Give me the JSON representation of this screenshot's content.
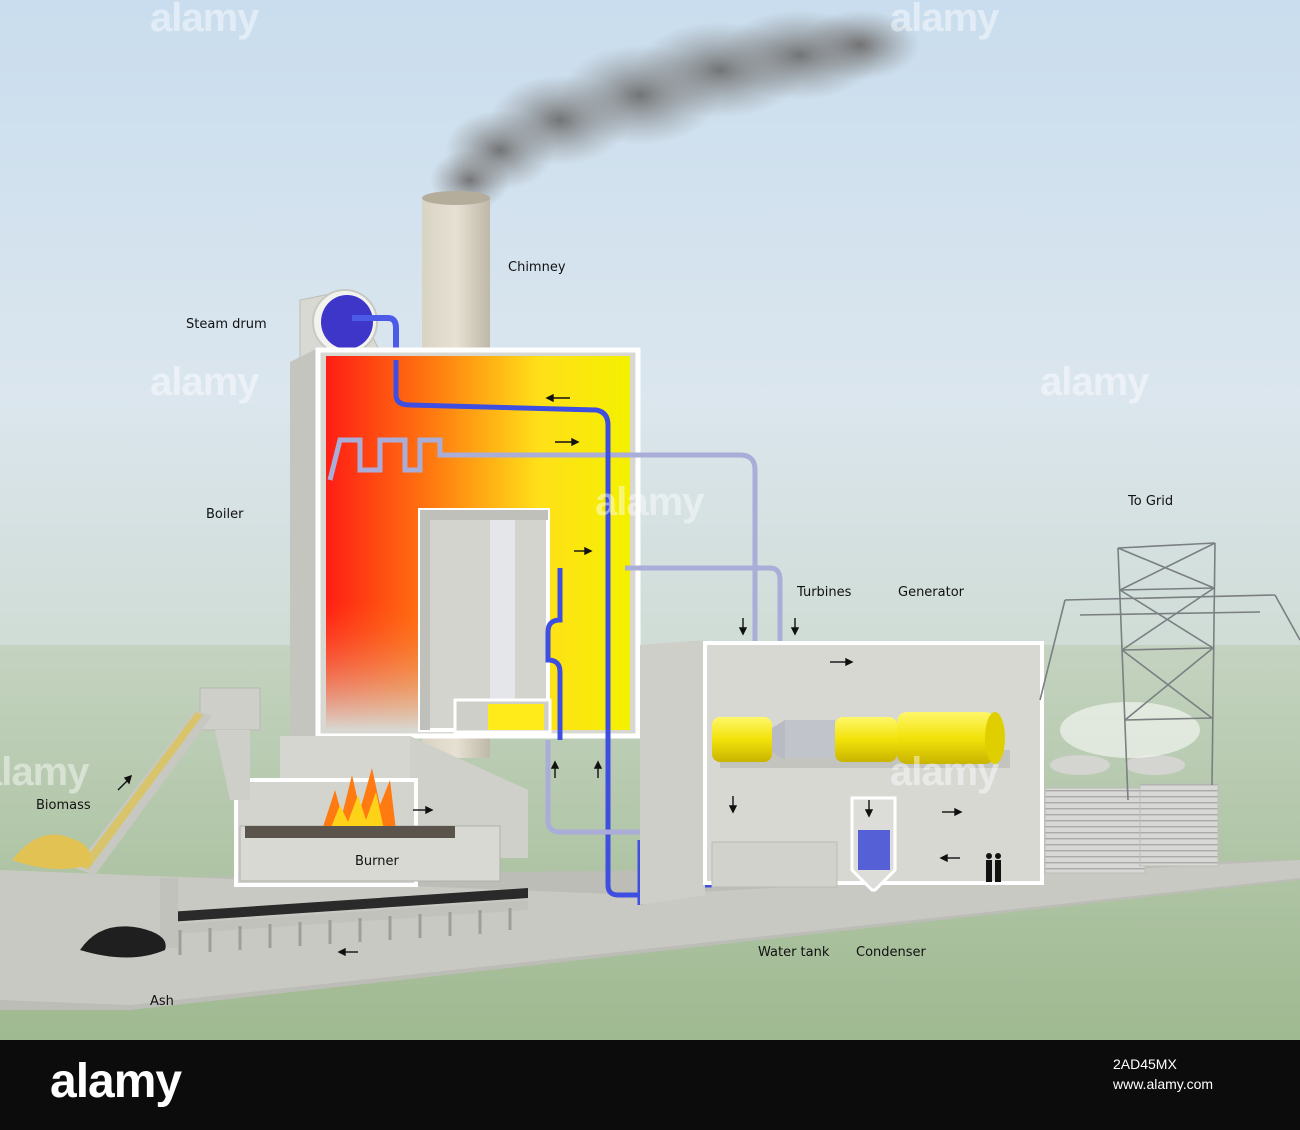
{
  "labels": {
    "chimney": "Chimney",
    "steam_drum": "Steam drum",
    "boiler": "Boiler",
    "turbines": "Turbines",
    "generator": "Generator",
    "to_grid": "To Grid",
    "biomass": "Biomass",
    "burner": "Burner",
    "water_tank": "Water tank",
    "condenser": "Condenser",
    "ash": "Ash"
  },
  "watermark": {
    "text": "alamy"
  },
  "footer": {
    "logo": "alamy",
    "image_id": "2AD45MX",
    "url": "www.alamy.com"
  },
  "colors": {
    "sky_top": "#cfe1ef",
    "ground": "#a9c29c",
    "concrete": "#cfcfc9",
    "hot": "#ff2a18",
    "warm": "#ffe21a",
    "pipe_water": "#3a4fd8",
    "pipe_steam": "#a8acd8",
    "turbine_yellow": "#f7ea10"
  }
}
